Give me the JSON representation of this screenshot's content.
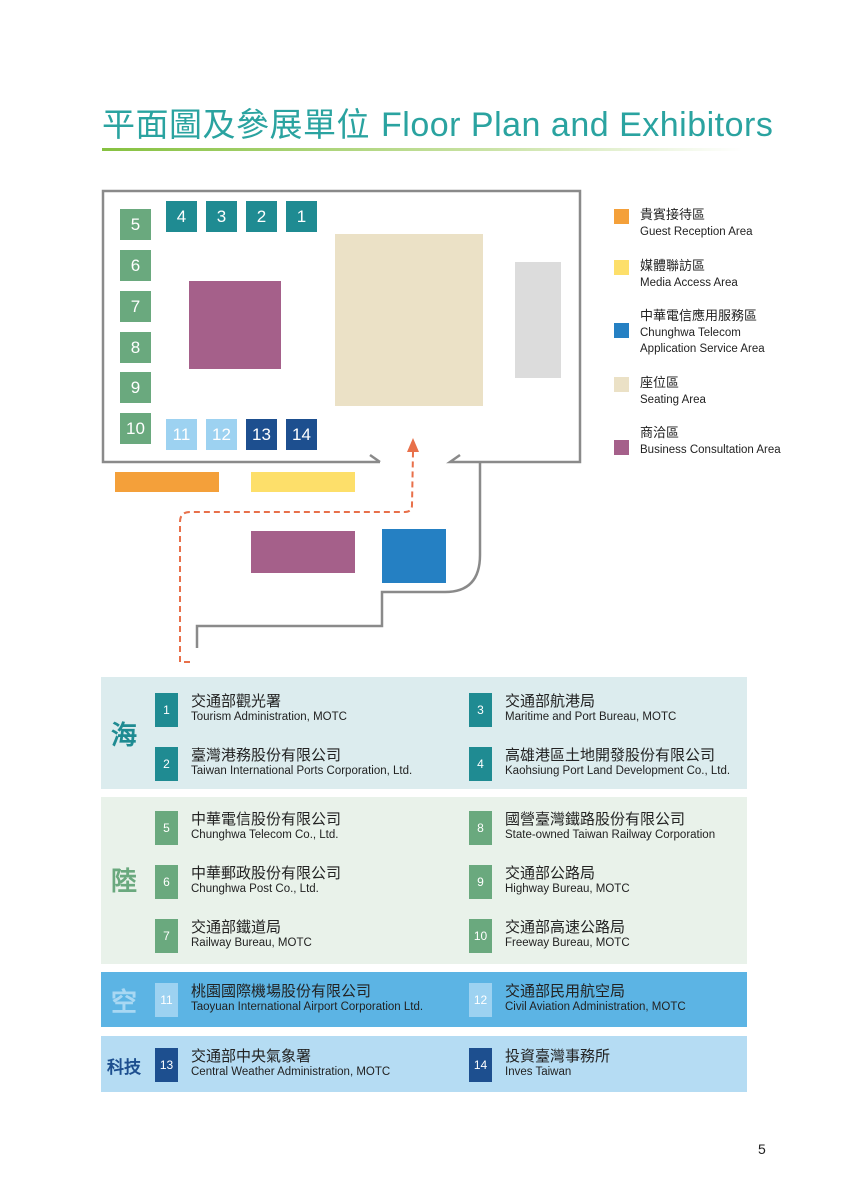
{
  "title": {
    "zh": "平面圖及參展單位",
    "en": "Floor Plan and Exhibitors"
  },
  "booths": {
    "b1": "1",
    "b2": "2",
    "b3": "3",
    "b4": "4",
    "b5": "5",
    "b6": "6",
    "b7": "7",
    "b8": "8",
    "b9": "9",
    "b10": "10",
    "b11": "11",
    "b12": "12",
    "b13": "13",
    "b14": "14"
  },
  "legend": [
    {
      "zh": "貴賓接待區",
      "en": "Guest Reception Area",
      "color": "#f4a03a"
    },
    {
      "zh": "媒體聯訪區",
      "en": "Media Access Area",
      "color": "#fddf6a"
    },
    {
      "zh": "中華電信應用服務區",
      "en": "Chunghwa Telecom Application Service Area",
      "color": "#2580c3"
    },
    {
      "zh": "座位區",
      "en": "Seating Area",
      "color": "#ebe1c6"
    },
    {
      "zh": "商洽區",
      "en": "Business Consultation Area",
      "color": "#a5608a"
    }
  ],
  "sections": {
    "sea": {
      "label": "海",
      "items": [
        {
          "num": "1",
          "zh": "交通部觀光署",
          "en": "Tourism Administration, MOTC"
        },
        {
          "num": "2",
          "zh": "臺灣港務股份有限公司",
          "en": "Taiwan International Ports Corporation, Ltd."
        },
        {
          "num": "3",
          "zh": "交通部航港局",
          "en": "Maritime and Port Bureau, MOTC"
        },
        {
          "num": "4",
          "zh": "高雄港區土地開發股份有限公司",
          "en": "Kaohsiung Port Land Development Co., Ltd."
        }
      ]
    },
    "land": {
      "label": "陸",
      "items": [
        {
          "num": "5",
          "zh": "中華電信股份有限公司",
          "en": "Chunghwa Telecom Co., Ltd."
        },
        {
          "num": "6",
          "zh": "中華郵政股份有限公司",
          "en": "Chunghwa Post Co., Ltd."
        },
        {
          "num": "7",
          "zh": "交通部鐵道局",
          "en": "Railway Bureau, MOTC"
        },
        {
          "num": "8",
          "zh": "國營臺灣鐵路股份有限公司",
          "en": "State-owned Taiwan Railway Corporation"
        },
        {
          "num": "9",
          "zh": "交通部公路局",
          "en": "Highway Bureau, MOTC"
        },
        {
          "num": "10",
          "zh": "交通部高速公路局",
          "en": "Freeway Bureau, MOTC"
        }
      ]
    },
    "air": {
      "label": "空",
      "items": [
        {
          "num": "11",
          "zh": "桃園國際機場股份有限公司",
          "en": "Taoyuan International Airport Corporation Ltd."
        },
        {
          "num": "12",
          "zh": "交通部民用航空局",
          "en": "Civil Aviation Administration, MOTC"
        }
      ]
    },
    "tech": {
      "label": "科技",
      "items": [
        {
          "num": "13",
          "zh": "交通部中央氣象署",
          "en": "Central Weather Administration, MOTC"
        },
        {
          "num": "14",
          "zh": "投資臺灣事務所",
          "en": "Inves Taiwan"
        }
      ]
    }
  },
  "page_number": "5"
}
